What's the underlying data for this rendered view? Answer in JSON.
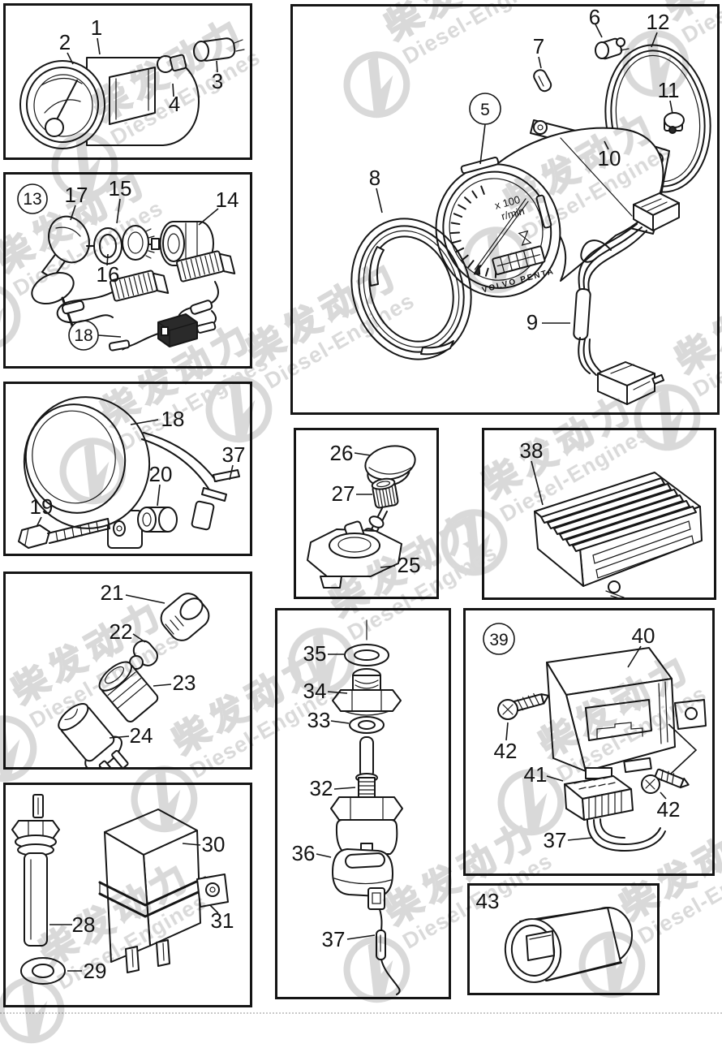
{
  "page": {
    "background": "#ffffff",
    "line_color": "#161616",
    "watermark_color": "#d9d9d9",
    "type": "exploded-parts-diagram"
  },
  "watermark": {
    "logo": "diesel-engines-logo",
    "text_cn": "柴发动力",
    "text_en": "Diesel-Engines"
  },
  "tachometer_face": {
    "scale": "x 100",
    "unit": "r/min",
    "brand": "VOLVO PENTA"
  },
  "panels": [
    {
      "id": "gauge-with-bulb",
      "callouts": [
        {
          "label": "1"
        },
        {
          "label": "2"
        },
        {
          "label": "3"
        },
        {
          "label": "4"
        }
      ]
    },
    {
      "id": "ignition-switch-kit",
      "callouts": [
        {
          "label": "13",
          "circled": true
        },
        {
          "label": "17"
        },
        {
          "label": "15"
        },
        {
          "label": "14"
        },
        {
          "label": "16"
        },
        {
          "label": "18",
          "circled": true
        }
      ]
    },
    {
      "id": "gauge-rear-with-wiring",
      "callouts": [
        {
          "label": "18"
        },
        {
          "label": "37"
        },
        {
          "label": "20"
        },
        {
          "label": "19"
        }
      ]
    },
    {
      "id": "bulb-socket-assembly",
      "callouts": [
        {
          "label": "21"
        },
        {
          "label": "22"
        },
        {
          "label": "23"
        },
        {
          "label": "24"
        }
      ]
    },
    {
      "id": "sender-and-relay",
      "callouts": [
        {
          "label": "30"
        },
        {
          "label": "31"
        },
        {
          "label": "28"
        },
        {
          "label": "29"
        }
      ]
    },
    {
      "id": "tachometer-assembly",
      "callouts": [
        {
          "label": "6"
        },
        {
          "label": "7"
        },
        {
          "label": "12"
        },
        {
          "label": "11"
        },
        {
          "label": "5",
          "circled": true
        },
        {
          "label": "10"
        },
        {
          "label": "8"
        },
        {
          "label": "9"
        }
      ]
    },
    {
      "id": "sender-unit",
      "callouts": [
        {
          "label": "26"
        },
        {
          "label": "27"
        },
        {
          "label": "25"
        }
      ]
    },
    {
      "id": "electronic-box",
      "callouts": [
        {
          "label": "38"
        }
      ]
    },
    {
      "id": "pressure-switch-assembly",
      "callouts": [
        {
          "label": "35"
        },
        {
          "label": "34"
        },
        {
          "label": "33"
        },
        {
          "label": "32"
        },
        {
          "label": "36"
        },
        {
          "label": "37"
        }
      ]
    },
    {
      "id": "control-unit-kit",
      "callouts": [
        {
          "label": "39",
          "circled": true
        },
        {
          "label": "40"
        },
        {
          "label": "42"
        },
        {
          "label": "41"
        },
        {
          "label": "42"
        },
        {
          "label": "37"
        }
      ]
    },
    {
      "id": "sleeve",
      "callouts": [
        {
          "label": "43"
        }
      ]
    }
  ]
}
